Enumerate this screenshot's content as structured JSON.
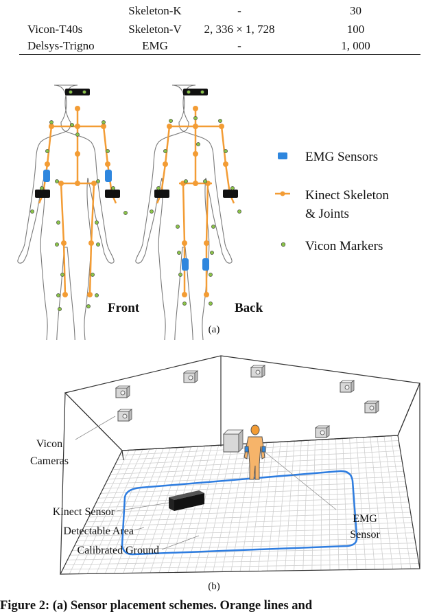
{
  "table": {
    "rows": [
      {
        "device": "",
        "modality": "Skeleton-K",
        "resolution": "-",
        "rate": "30"
      },
      {
        "device": "Vicon-T40s",
        "modality": "Skeleton-V",
        "resolution": "2, 336 × 1, 728",
        "rate": "100"
      },
      {
        "device": "Delsys-Trigno",
        "modality": "EMG",
        "resolution": "-",
        "rate": "1, 000"
      }
    ]
  },
  "figure_a": {
    "front_label": "Front",
    "back_label": "Back",
    "legend": [
      {
        "label": "EMG Sensors",
        "color": "#2e86de"
      },
      {
        "label_lines": [
          "Kinect Skeleton",
          "& Joints"
        ],
        "color": "#f39c34"
      },
      {
        "label": "Vicon Markers",
        "color": "#8bc34a"
      }
    ],
    "sublabel": "(a)"
  },
  "figure_b": {
    "labels": {
      "vicon_cameras": [
        "Vicon",
        "Cameras"
      ],
      "kinect_sensor": "Kinect Sensor",
      "detectable_area": "Detectable Area",
      "calibrated_ground": "Calibrated Ground",
      "emg_sensor": [
        "EMG",
        "Sensor"
      ]
    },
    "sublabel": "(b)"
  },
  "caption": "Figure 2: (a) Sensor placement schemes. Orange lines and"
}
